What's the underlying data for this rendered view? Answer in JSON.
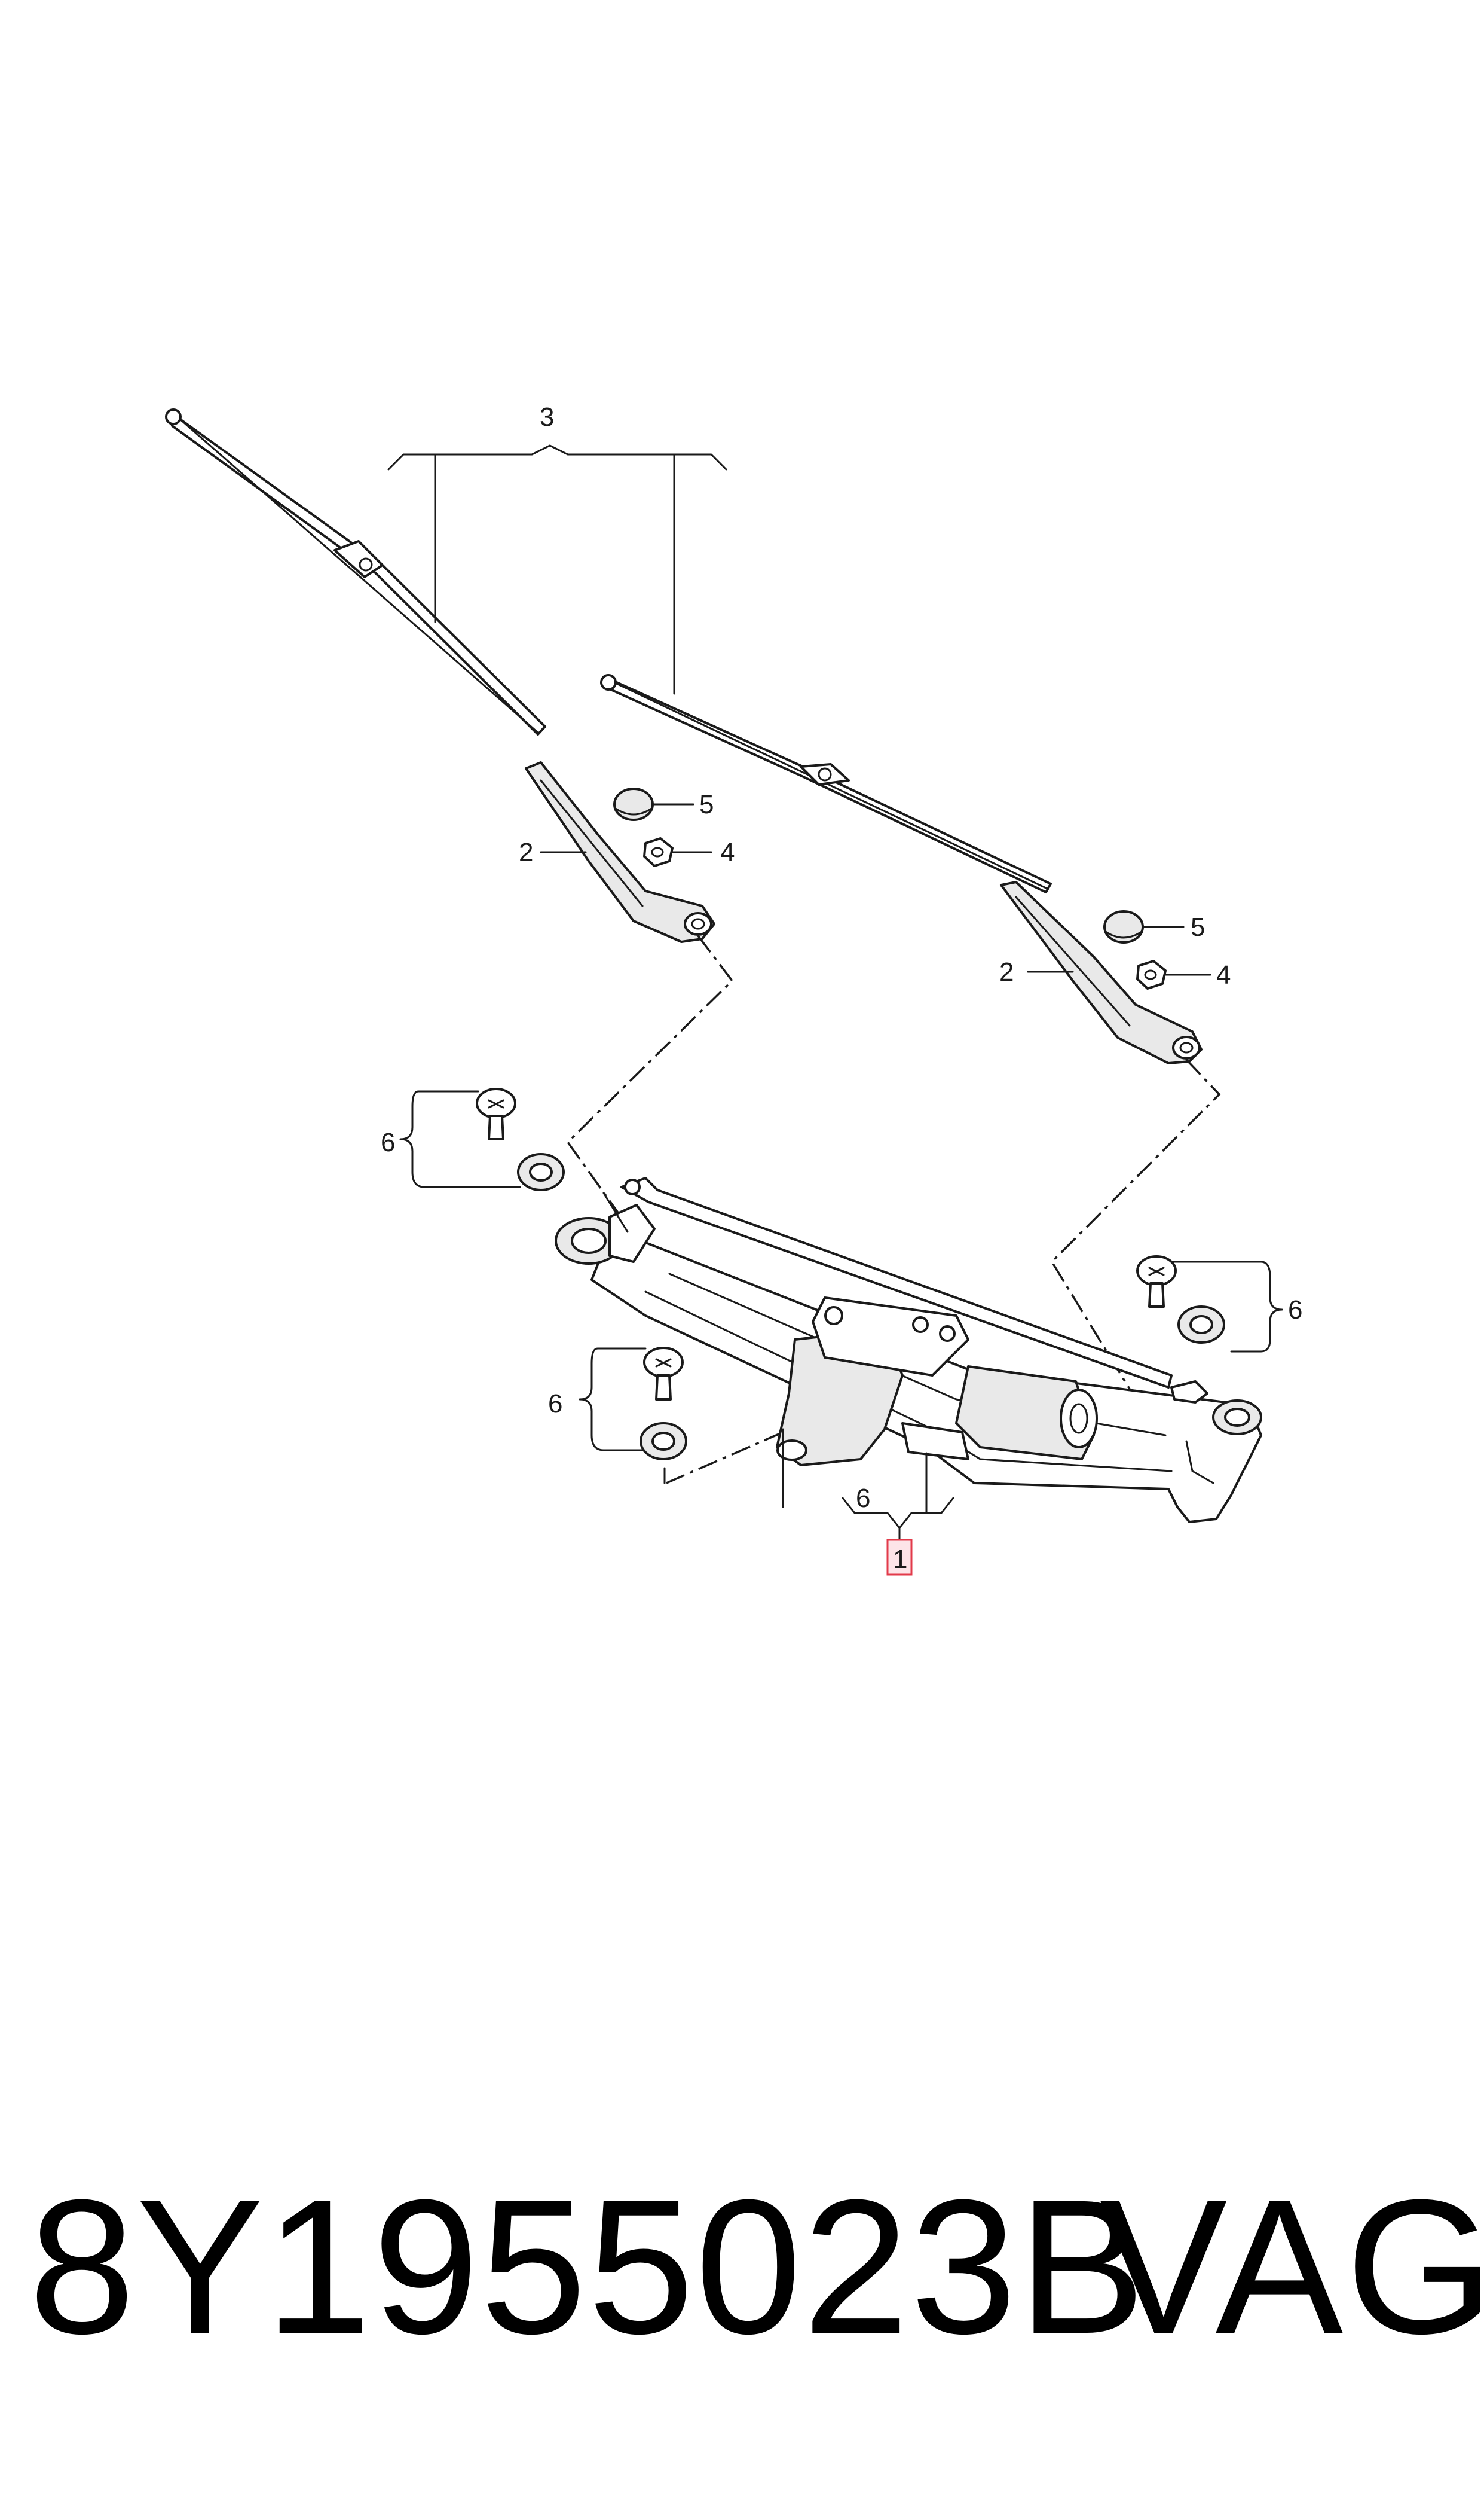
{
  "diagram": {
    "callouts": {
      "wiper_linkage_1": "1",
      "wiper_arm_2_left": "2",
      "wiper_arm_2_right": "2",
      "wiper_blades_3": "3",
      "nut_4_left": "4",
      "nut_4_right": "4",
      "cap_5_left": "5",
      "cap_5_right": "5",
      "mount_6_upper_left": "6",
      "mount_6_lower_left": "6",
      "mount_6_right": "6",
      "mount_6_bottom": "6"
    },
    "highlight_color": "#e23a4a"
  },
  "footer": {
    "part_number": "8Y1955023B",
    "brand": "VAG"
  }
}
